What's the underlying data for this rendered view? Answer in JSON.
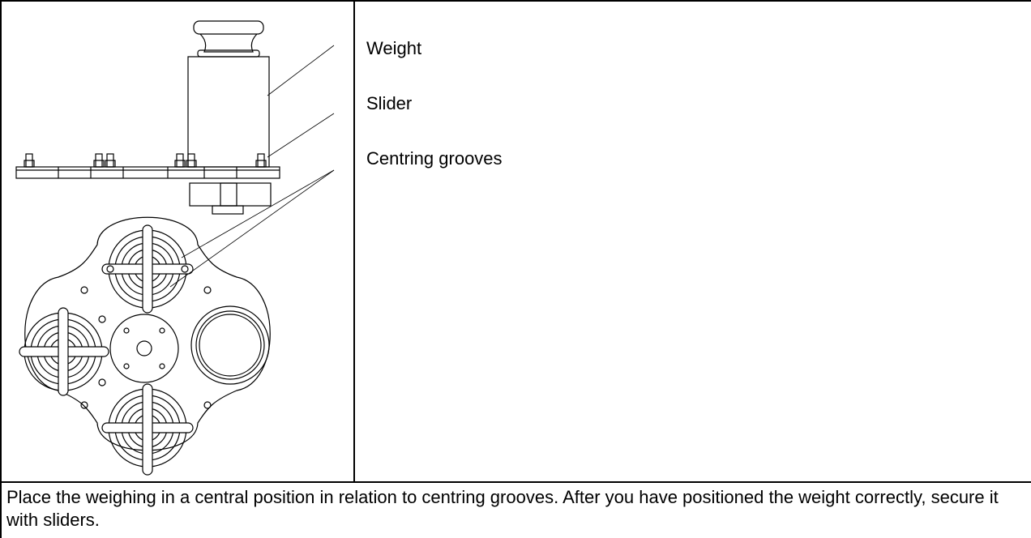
{
  "labels": {
    "weight": "Weight",
    "slider": "Slider",
    "centring_grooves": "Centring grooves"
  },
  "caption": "Place the weighing in a central position in relation to centring grooves. After you have positioned the weight correctly, secure it with sliders."
}
